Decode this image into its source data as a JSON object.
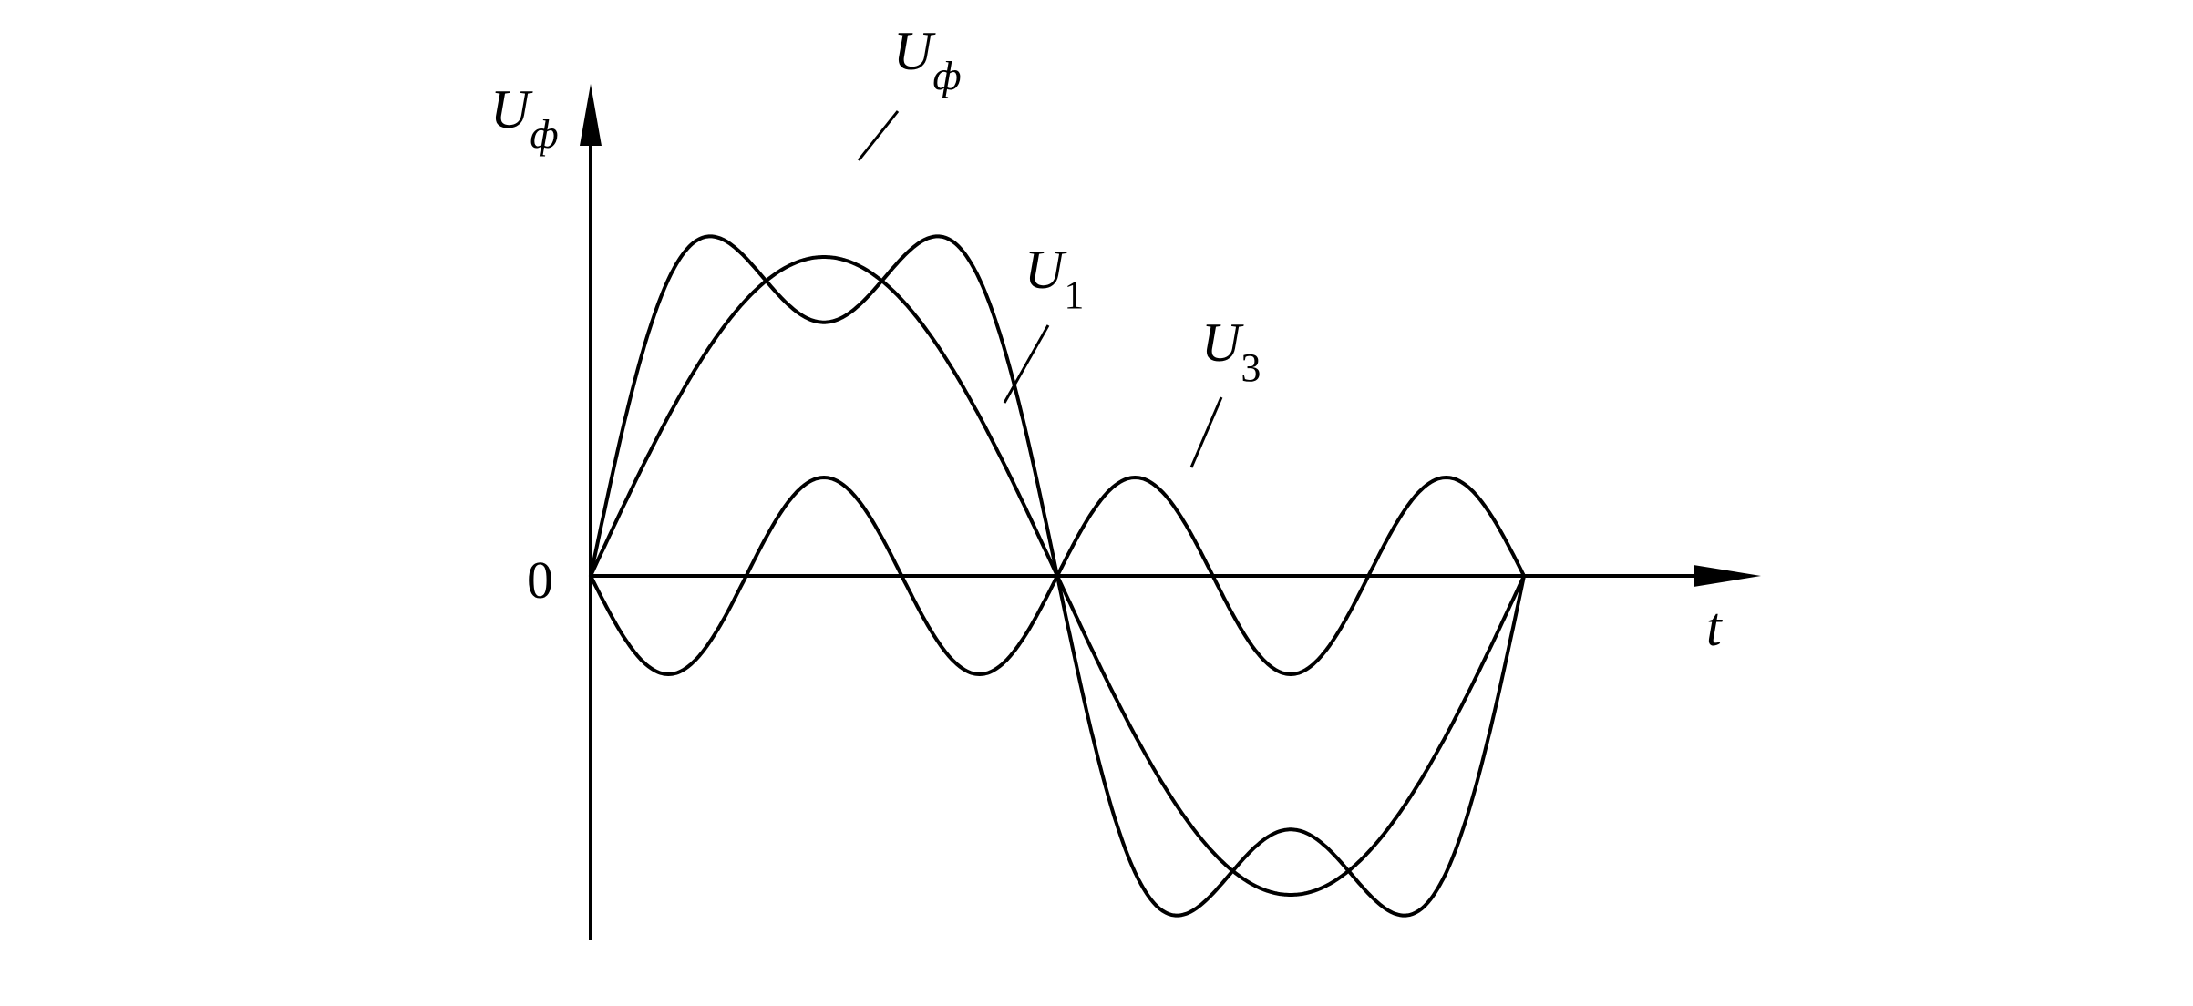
{
  "axes": {
    "y_label_main": "U",
    "y_label_sub": "ф",
    "x_label": "t",
    "origin_label": "0"
  },
  "curves": {
    "sum": {
      "main": "U",
      "sub": "ф"
    },
    "fundamental": {
      "main": "U",
      "sub": "1"
    },
    "third": {
      "main": "U",
      "sub": "3"
    }
  }
}
